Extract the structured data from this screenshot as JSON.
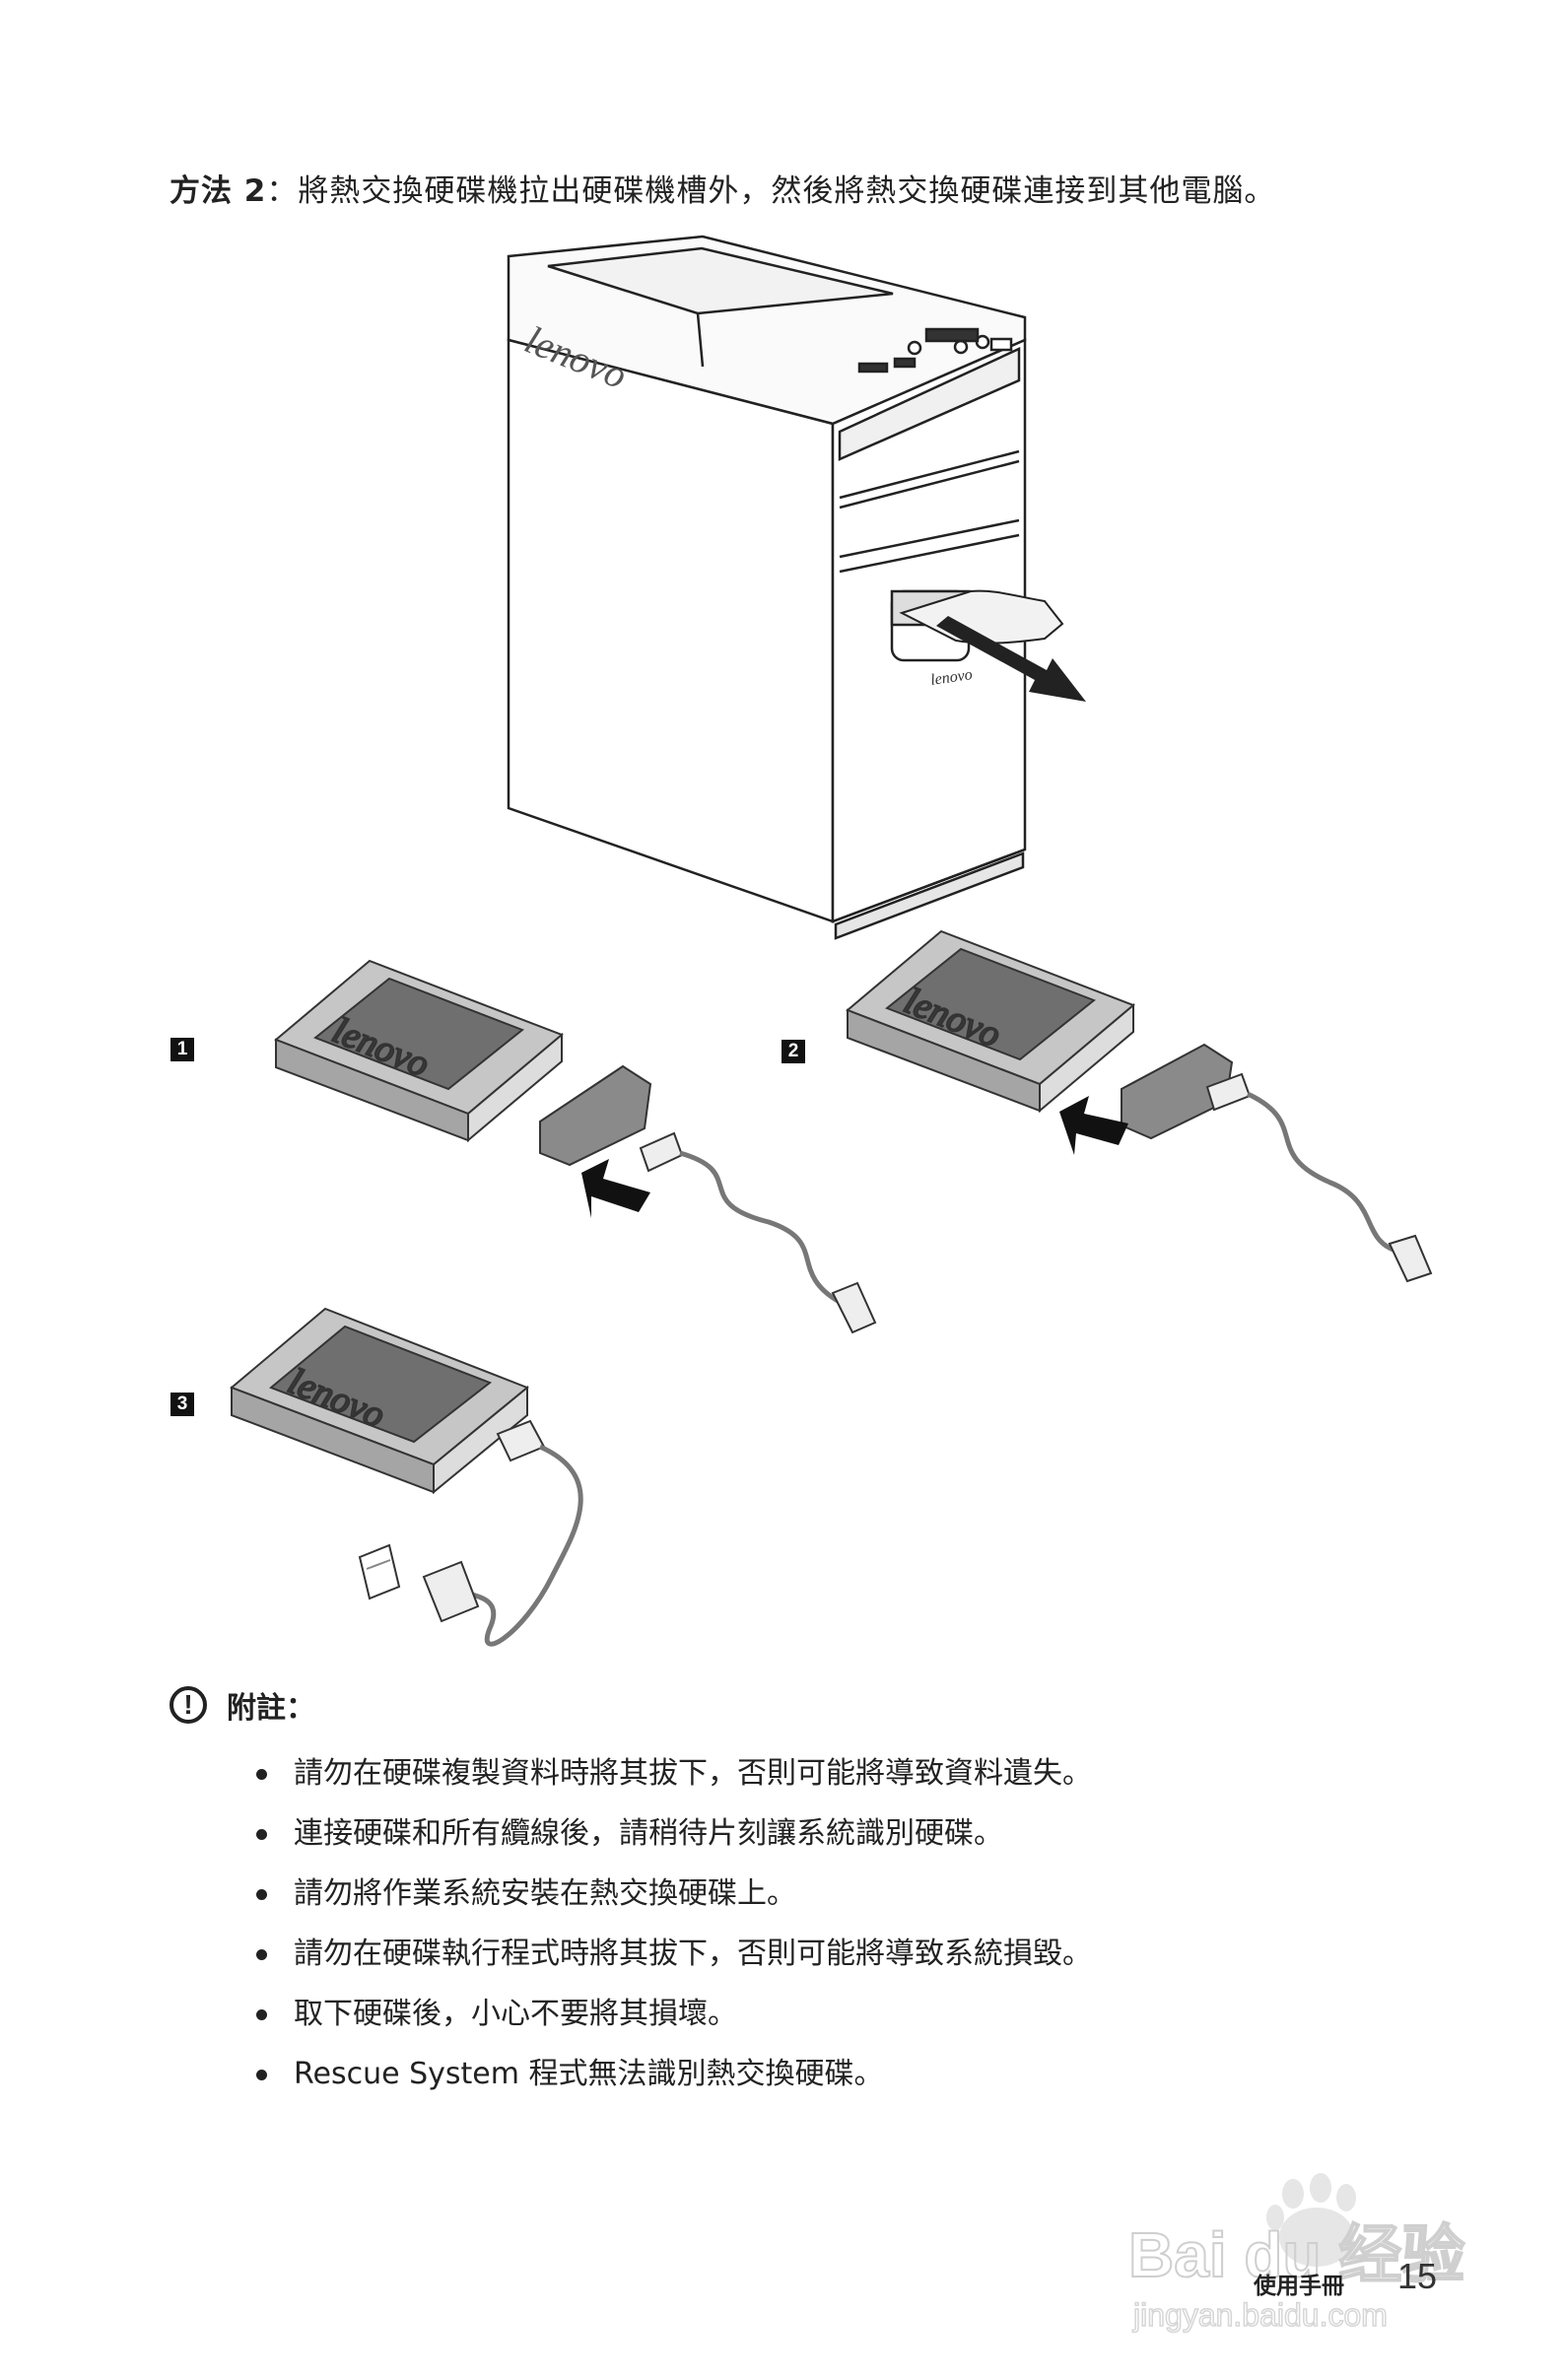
{
  "intro": {
    "method_label": "方法 2",
    "text": "：將熱交換硬碟機拉出硬碟機槽外，然後將熱交換硬碟連接到其他電腦。"
  },
  "figure": {
    "logo_text": "lenovo",
    "steps": [
      "1",
      "2",
      "3"
    ]
  },
  "note": {
    "icon": "exclamation-circle-icon",
    "title": "附註：",
    "items": [
      "請勿在硬碟複製資料時將其拔下，否則可能將導致資料遺失。",
      "連接硬碟和所有纜線後，請稍待片刻讓系統識別硬碟。",
      "請勿將作業系統安裝在熱交換硬碟上。",
      "請勿在硬碟執行程式時將其拔下，否則可能將導致系統損毀。",
      "取下硬碟後，小心不要將其損壞。",
      "Rescue System 程式無法識別熱交換硬碟。"
    ]
  },
  "footer": {
    "section_label": "使用手冊",
    "page_number": "15"
  },
  "watermark": {
    "brand": "Bai du 经验",
    "url": "jingyan.baidu.com"
  }
}
